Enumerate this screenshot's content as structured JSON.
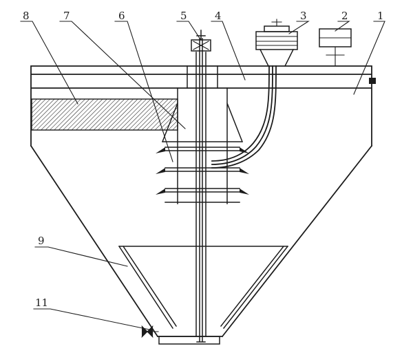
{
  "figure": {
    "kind": "patent-style sectional line drawing",
    "subject": "conical-bottom settling tank with central shaft, feed pipe, drive unit and bottom discharge valve"
  },
  "colors": {
    "line": "#1c1c1c",
    "background": "#ffffff"
  },
  "callouts": [
    {
      "label": "8"
    },
    {
      "label": "7"
    },
    {
      "label": "6"
    },
    {
      "label": "5"
    },
    {
      "label": "4"
    },
    {
      "label": "3"
    },
    {
      "label": "2"
    },
    {
      "label": "1"
    },
    {
      "label": "9"
    },
    {
      "label": "11"
    }
  ]
}
